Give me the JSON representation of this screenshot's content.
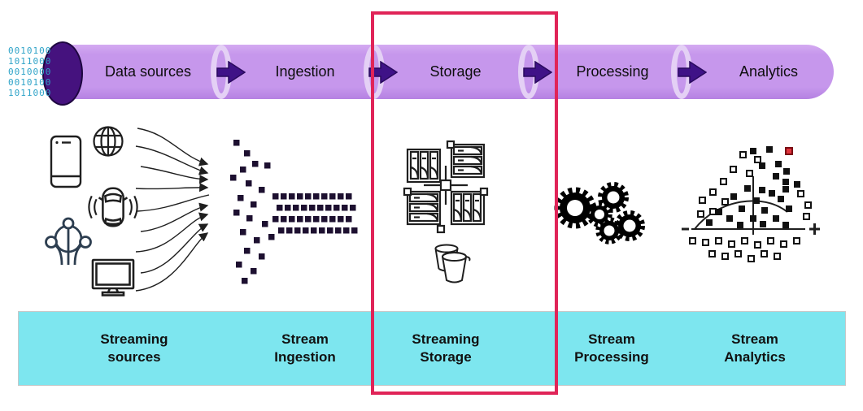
{
  "diagram": {
    "stages": [
      {
        "pipe_label": "Data sources",
        "band_label": "Streaming\nsources",
        "highlighted": false
      },
      {
        "pipe_label": "Ingestion",
        "band_label": "Stream\nIngestion",
        "highlighted": false
      },
      {
        "pipe_label": "Storage",
        "band_label": "Streaming\nStorage",
        "highlighted": true
      },
      {
        "pipe_label": "Processing",
        "band_label": "Stream\nProcessing",
        "highlighted": false
      },
      {
        "pipe_label": "Analytics",
        "band_label": "Stream\nAnalytics",
        "highlighted": false
      }
    ],
    "binary_stream_rows": [
      "0010100",
      "1011000",
      "0010000",
      "0010100",
      "1011000"
    ],
    "icons": {
      "sources": [
        "smartphone-icon",
        "globe-icon",
        "connected-car-icon",
        "iot-network-icon",
        "monitor-icon",
        "flow-arrows"
      ],
      "ingestion": "scattered-to-ordered-dots",
      "storage": [
        "storage-racks-icon",
        "buckets-icon"
      ],
      "processing": "gears-icon",
      "analytics": "scatter-plot-icon"
    },
    "colors": {
      "pipe_body": "#c697ec",
      "pipe_end_cap": "#45127e",
      "pipe_joint": "#e4d0f5",
      "arrow": "#3f1287",
      "band_background": "#7de6ef",
      "highlight_border": "#e02458",
      "binary_text": "#2ea3c8",
      "icon_stroke": "#1f1f1f",
      "iot_icon": "#2d3e50",
      "dot_color": "#1d1030"
    }
  }
}
